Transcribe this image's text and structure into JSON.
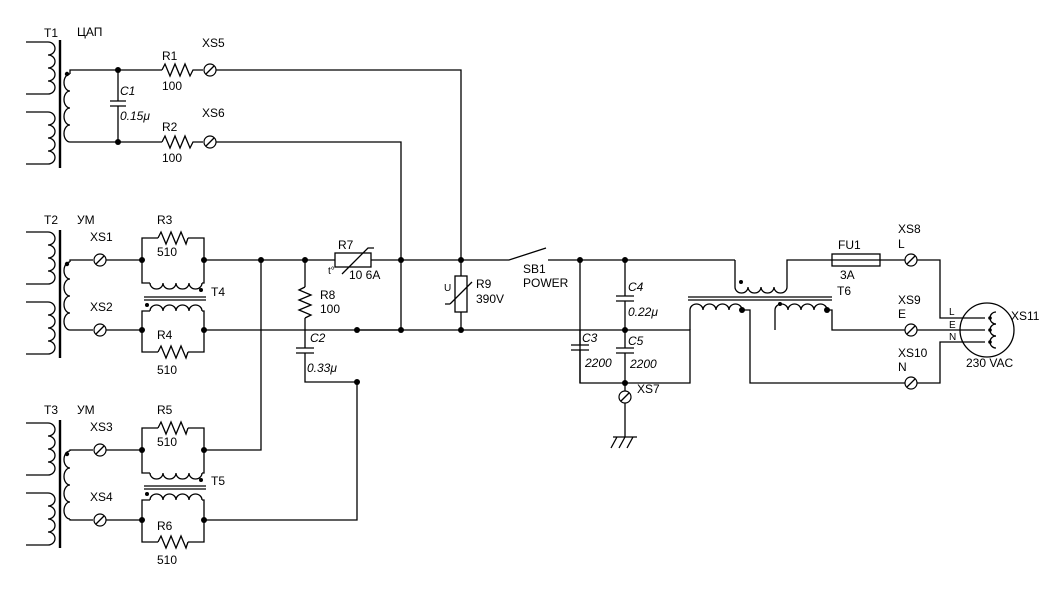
{
  "transformers": {
    "t1": {
      "ref": "T1",
      "name": "ЦАП"
    },
    "t2": {
      "ref": "T2",
      "name": "УМ"
    },
    "t3": {
      "ref": "T3",
      "name": "УМ"
    },
    "t4": {
      "ref": "T4"
    },
    "t5": {
      "ref": "T5"
    },
    "t6": {
      "ref": "T6"
    }
  },
  "resistors": {
    "r1": {
      "ref": "R1",
      "value": "100"
    },
    "r2": {
      "ref": "R2",
      "value": "100"
    },
    "r3": {
      "ref": "R3",
      "value": "510"
    },
    "r4": {
      "ref": "R4",
      "value": "510"
    },
    "r5": {
      "ref": "R5",
      "value": "510"
    },
    "r6": {
      "ref": "R6",
      "value": "510"
    },
    "r7": {
      "ref": "R7",
      "value": "10 6A"
    },
    "r8": {
      "ref": "R8",
      "value": "100"
    },
    "r9": {
      "ref": "R9",
      "value": "390V"
    }
  },
  "capacitors": {
    "c1": {
      "ref": "C1",
      "value": "0.15μ"
    },
    "c2": {
      "ref": "C2",
      "value": "0.33μ"
    },
    "c3": {
      "ref": "C3",
      "value": "2200"
    },
    "c4": {
      "ref": "C4",
      "value": "0.22μ"
    },
    "c5": {
      "ref": "C5",
      "value": "2200"
    }
  },
  "connectors": {
    "xs1": "XS1",
    "xs2": "XS2",
    "xs3": "XS3",
    "xs4": "XS4",
    "xs5": "XS5",
    "xs6": "XS6",
    "xs7": "XS7",
    "xs8": {
      "ref": "XS8",
      "pin": "L"
    },
    "xs9": {
      "ref": "XS9",
      "pin": "E"
    },
    "xs10": {
      "ref": "XS10",
      "pin": "N"
    },
    "xs11": {
      "ref": "XS11",
      "rating": "230 VAC",
      "pins": [
        "L",
        "E",
        "N"
      ]
    }
  },
  "switch": {
    "ref": "SB1",
    "name": "POWER"
  },
  "fuse": {
    "ref": "FU1",
    "value": "3A"
  },
  "varistor_mark": "U",
  "thermistor_mark": "t°"
}
